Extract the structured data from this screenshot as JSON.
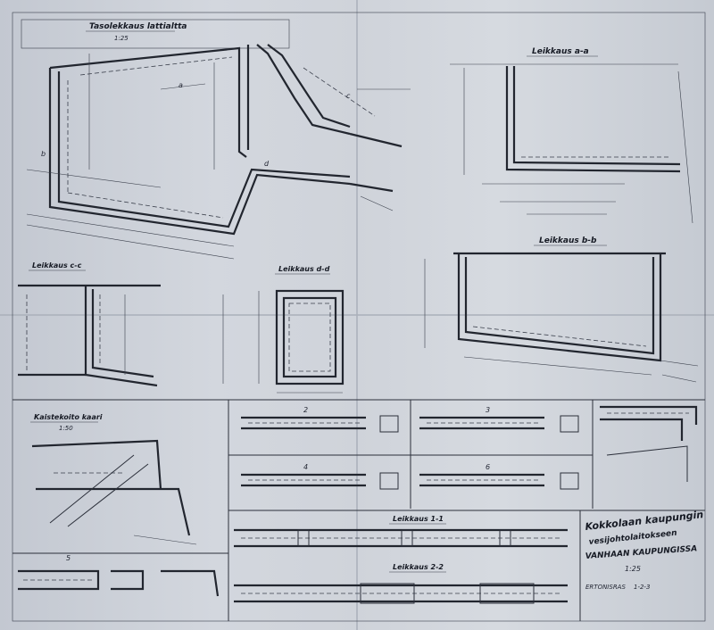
{
  "sheet": {
    "title_block": {
      "line1": "Kokkolaan kaupungin",
      "line2": "vesijohtolaitokseen",
      "line3": "VANHAAN KAUPUNGISSA",
      "scale": "1:25",
      "sheet_label": "ERTONISRAS",
      "sheet_number": "1-2-3"
    },
    "views": {
      "plan": {
        "title": "Tasolekkaus lattialtta",
        "scale": "1:25"
      },
      "section_a": {
        "title": "Leikkaus a-a"
      },
      "section_b": {
        "title": "Leikkaus b-b"
      },
      "section_c": {
        "title": "Leikkaus c-c"
      },
      "section_d": {
        "title": "Leikkaus d-d"
      },
      "detail_left": {
        "title": "Kaistekoito kaari",
        "scale": "1:50"
      },
      "section_1": {
        "title": "Leikkaus 1-1"
      },
      "section_2": {
        "title": "Leikkaus 2-2"
      }
    },
    "panel_numbers": [
      "2",
      "3",
      "4",
      "5",
      "6"
    ],
    "plan_marks": [
      "a",
      "b",
      "c",
      "d"
    ]
  }
}
